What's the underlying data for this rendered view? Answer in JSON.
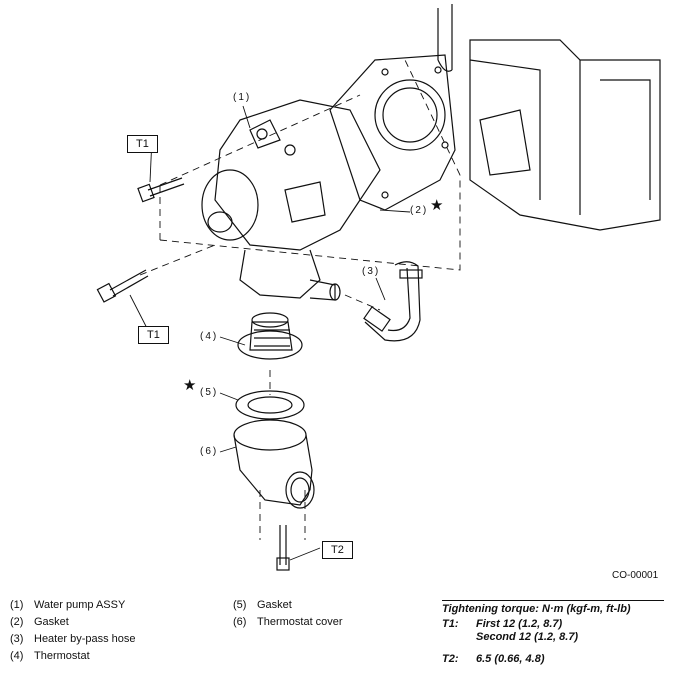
{
  "figure_id": "CO-00001",
  "callouts": {
    "c1": "(1)",
    "c2": "(2)",
    "c3": "(3)",
    "c4": "(4)",
    "c5": "(5)",
    "c6": "(6)"
  },
  "torque_boxes": {
    "t1_top": "T1",
    "t1_bottom": "T1",
    "t2": "T2"
  },
  "star_symbol": "★",
  "legend_left": [
    {
      "num": "(1)",
      "label": "Water pump ASSY"
    },
    {
      "num": "(2)",
      "label": "Gasket"
    },
    {
      "num": "(3)",
      "label": "Heater by-pass hose"
    },
    {
      "num": "(4)",
      "label": "Thermostat"
    }
  ],
  "legend_mid": [
    {
      "num": "(5)",
      "label": "Gasket"
    },
    {
      "num": "(6)",
      "label": "Thermostat cover"
    }
  ],
  "torque": {
    "title": "Tightening torque: N·m (kgf-m, ft-lb)",
    "t1_label": "T1:",
    "t1_first": "First 12 (1.2, 8.7)",
    "t1_second": "Second 12 (1.2, 8.7)",
    "t2_label": "T2:",
    "t2_value": "6.5 (0.66, 4.8)"
  }
}
